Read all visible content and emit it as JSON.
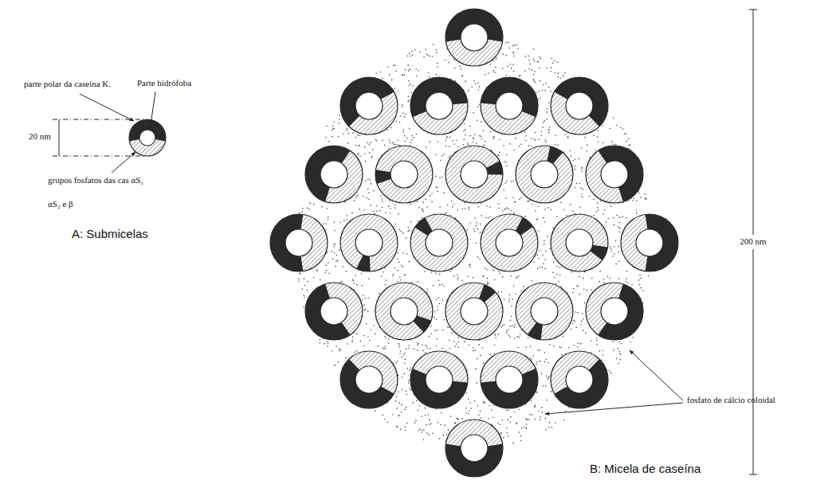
{
  "diagram": {
    "labels": [
      "parte polar da caseína K.",
      "Parte hidrófoba",
      "20 nm",
      "grupos fosfatos das cas αS₁",
      "αS₂ e β",
      "A: Submicelas",
      "200 nm",
      "fosfato de cálcio coloidal",
      "B: Micela de caseína"
    ]
  }
}
